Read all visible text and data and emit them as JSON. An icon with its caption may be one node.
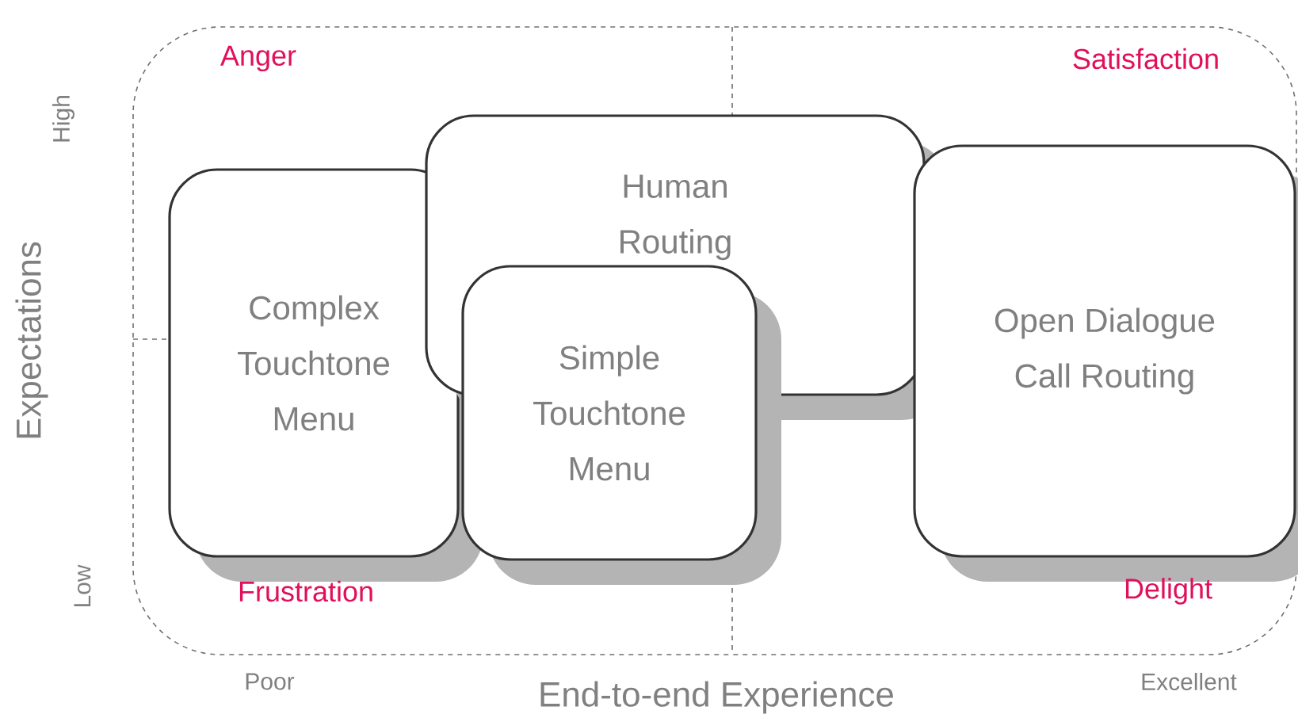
{
  "diagram": {
    "nodes": [
      {
        "text": [
          "Complex Touchtone Menu"
        ]
      },
      {
        "text": [
          "Human Routing"
        ]
      },
      {
        "text": [
          "Simple Touchtone Menu"
        ]
      },
      {
        "text": [
          "Open Dialogue Call Routing"
        ]
      }
    ],
    "labels": [
      "Anger",
      "Satisfaction",
      "High",
      "Expectations",
      "Low",
      "Frustration",
      "Delight",
      "Poor",
      "End-to-end Experience",
      "Excellent"
    ]
  }
}
